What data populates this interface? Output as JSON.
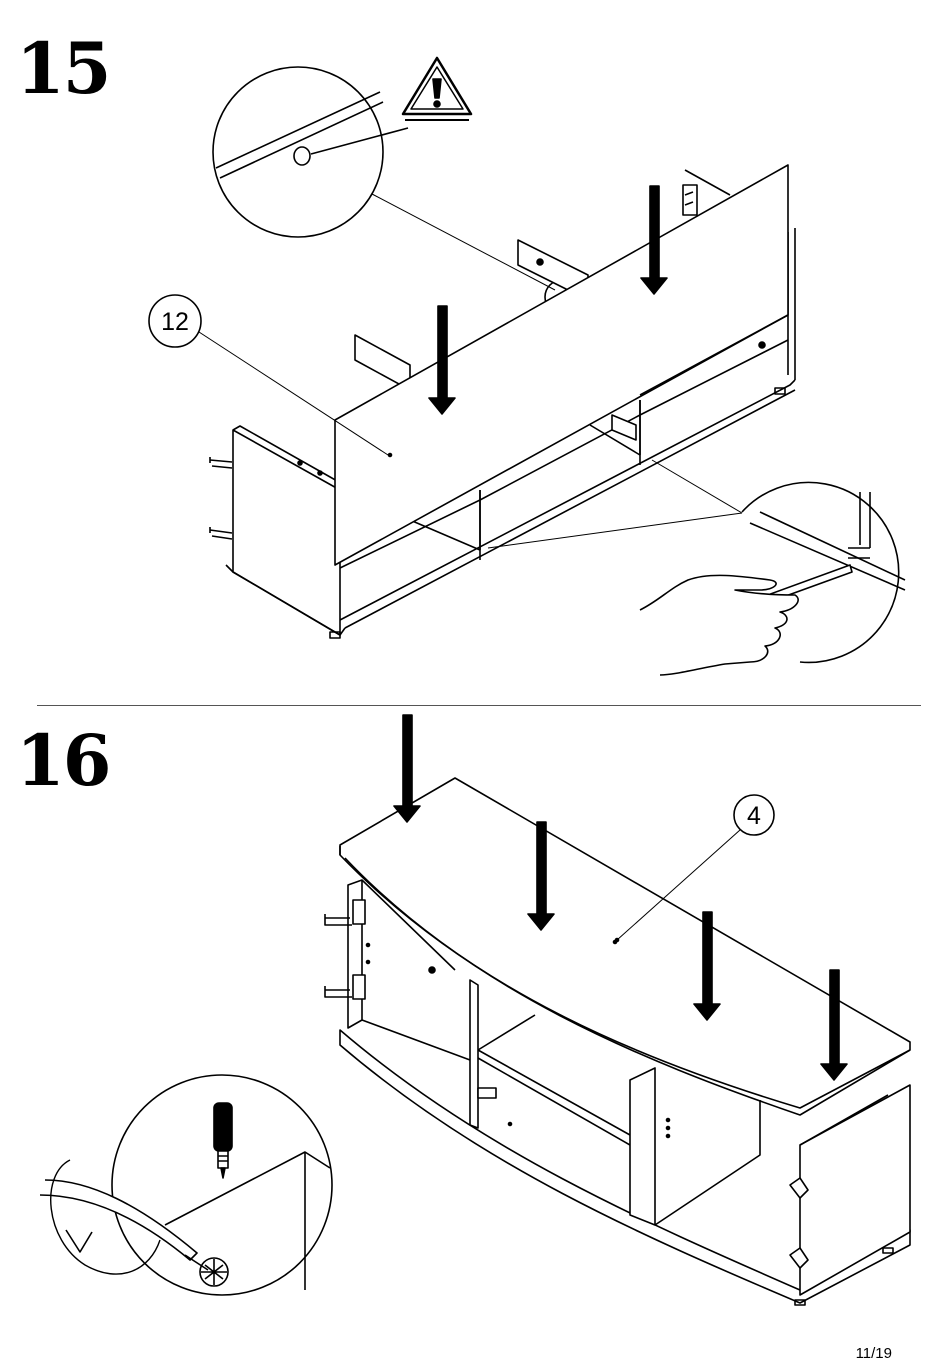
{
  "steps": [
    {
      "number": "15",
      "callout_label": "12"
    },
    {
      "number": "16",
      "callout_label": "4"
    }
  ],
  "page_number": "11/19",
  "warning_icon": "warning-triangle-icon"
}
